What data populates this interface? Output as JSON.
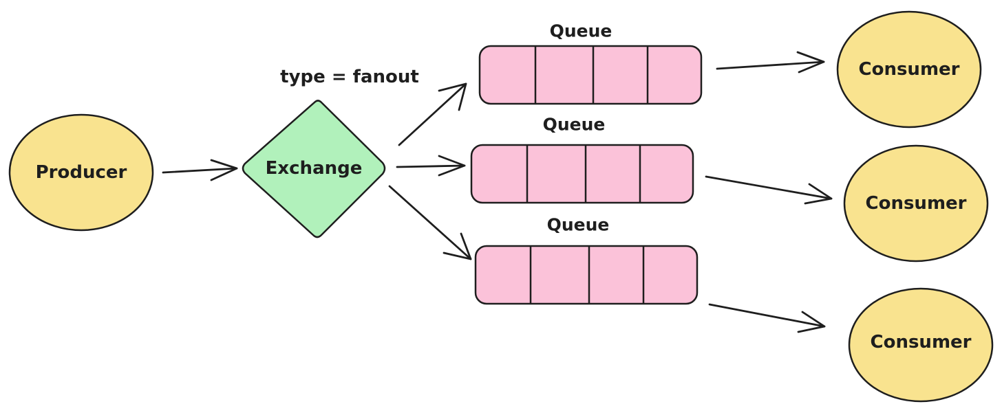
{
  "producer": {
    "label": "Producer",
    "color": "#f9e38f"
  },
  "exchange": {
    "label": "Exchange",
    "type_label": "type = fanout",
    "color": "#b1f1bb"
  },
  "queues": [
    {
      "title": "Queue",
      "color": "#fbc2d9"
    },
    {
      "title": "Queue",
      "color": "#fbc2d9"
    },
    {
      "title": "Queue",
      "color": "#fbc2d9"
    }
  ],
  "consumers": [
    {
      "label": "Consumer",
      "color": "#f9e38f"
    },
    {
      "label": "Consumer",
      "color": "#f9e38f"
    },
    {
      "label": "Consumer",
      "color": "#f9e38f"
    }
  ]
}
